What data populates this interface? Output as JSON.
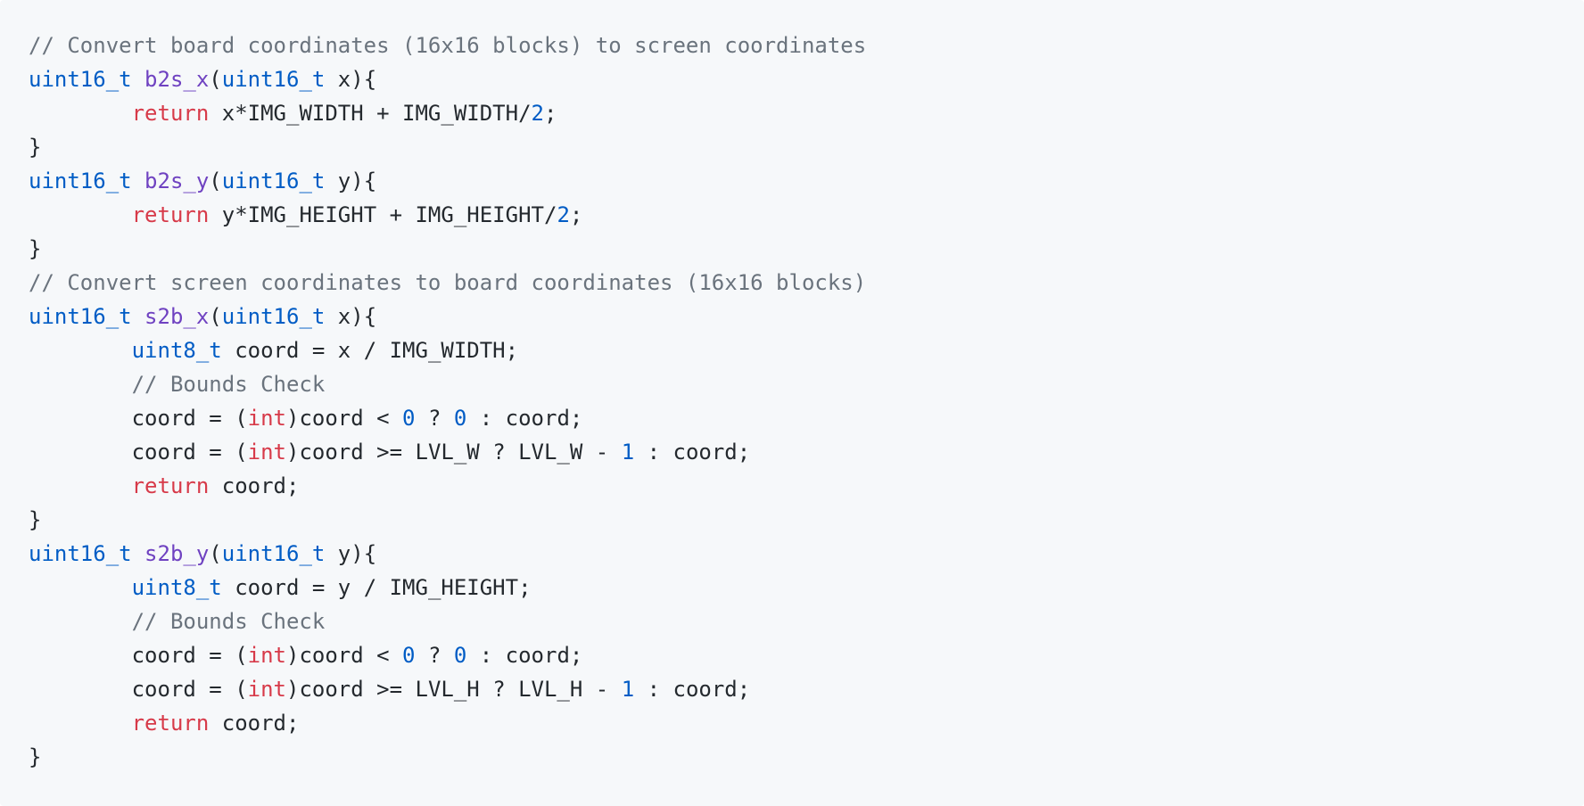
{
  "colors": {
    "background": "#f6f8fa",
    "plain": "#24292e",
    "comment": "#6a737d",
    "type": "#005cc5",
    "function": "#6f42c1",
    "keyword": "#d73a49",
    "number": "#005cc5"
  },
  "code": {
    "lines": [
      [
        {
          "k": "comment",
          "t": "// Convert board coordinates (16x16 blocks) to screen coordinates"
        }
      ],
      [
        {
          "k": "type",
          "t": "uint16_t"
        },
        {
          "k": "plain",
          "t": " "
        },
        {
          "k": "func",
          "t": "b2s_x"
        },
        {
          "k": "plain",
          "t": "("
        },
        {
          "k": "type",
          "t": "uint16_t"
        },
        {
          "k": "plain",
          "t": " x){"
        }
      ],
      [
        {
          "k": "plain",
          "t": "        "
        },
        {
          "k": "keyword",
          "t": "return"
        },
        {
          "k": "plain",
          "t": " x*IMG_WIDTH + IMG_WIDTH/"
        },
        {
          "k": "number",
          "t": "2"
        },
        {
          "k": "plain",
          "t": ";"
        }
      ],
      [
        {
          "k": "plain",
          "t": "}"
        }
      ],
      [
        {
          "k": "type",
          "t": "uint16_t"
        },
        {
          "k": "plain",
          "t": " "
        },
        {
          "k": "func",
          "t": "b2s_y"
        },
        {
          "k": "plain",
          "t": "("
        },
        {
          "k": "type",
          "t": "uint16_t"
        },
        {
          "k": "plain",
          "t": " y){"
        }
      ],
      [
        {
          "k": "plain",
          "t": "        "
        },
        {
          "k": "keyword",
          "t": "return"
        },
        {
          "k": "plain",
          "t": " y*IMG_HEIGHT + IMG_HEIGHT/"
        },
        {
          "k": "number",
          "t": "2"
        },
        {
          "k": "plain",
          "t": ";"
        }
      ],
      [
        {
          "k": "plain",
          "t": "}"
        }
      ],
      [
        {
          "k": "comment",
          "t": "// Convert screen coordinates to board coordinates (16x16 blocks)"
        }
      ],
      [
        {
          "k": "type",
          "t": "uint16_t"
        },
        {
          "k": "plain",
          "t": " "
        },
        {
          "k": "func",
          "t": "s2b_x"
        },
        {
          "k": "plain",
          "t": "("
        },
        {
          "k": "type",
          "t": "uint16_t"
        },
        {
          "k": "plain",
          "t": " x){"
        }
      ],
      [
        {
          "k": "plain",
          "t": "        "
        },
        {
          "k": "type",
          "t": "uint8_t"
        },
        {
          "k": "plain",
          "t": " coord = x / IMG_WIDTH;"
        }
      ],
      [
        {
          "k": "plain",
          "t": "        "
        },
        {
          "k": "comment",
          "t": "// Bounds Check"
        }
      ],
      [
        {
          "k": "plain",
          "t": "        coord = ("
        },
        {
          "k": "keyword",
          "t": "int"
        },
        {
          "k": "plain",
          "t": ")coord < "
        },
        {
          "k": "number",
          "t": "0"
        },
        {
          "k": "plain",
          "t": " ? "
        },
        {
          "k": "number",
          "t": "0"
        },
        {
          "k": "plain",
          "t": " : coord;"
        }
      ],
      [
        {
          "k": "plain",
          "t": "        coord = ("
        },
        {
          "k": "keyword",
          "t": "int"
        },
        {
          "k": "plain",
          "t": ")coord >= LVL_W ? LVL_W - "
        },
        {
          "k": "number",
          "t": "1"
        },
        {
          "k": "plain",
          "t": " : coord;"
        }
      ],
      [
        {
          "k": "plain",
          "t": "        "
        },
        {
          "k": "keyword",
          "t": "return"
        },
        {
          "k": "plain",
          "t": " coord;"
        }
      ],
      [
        {
          "k": "plain",
          "t": "}"
        }
      ],
      [
        {
          "k": "type",
          "t": "uint16_t"
        },
        {
          "k": "plain",
          "t": " "
        },
        {
          "k": "func",
          "t": "s2b_y"
        },
        {
          "k": "plain",
          "t": "("
        },
        {
          "k": "type",
          "t": "uint16_t"
        },
        {
          "k": "plain",
          "t": " y){"
        }
      ],
      [
        {
          "k": "plain",
          "t": "        "
        },
        {
          "k": "type",
          "t": "uint8_t"
        },
        {
          "k": "plain",
          "t": " coord = y / IMG_HEIGHT;"
        }
      ],
      [
        {
          "k": "plain",
          "t": "        "
        },
        {
          "k": "comment",
          "t": "// Bounds Check"
        }
      ],
      [
        {
          "k": "plain",
          "t": "        coord = ("
        },
        {
          "k": "keyword",
          "t": "int"
        },
        {
          "k": "plain",
          "t": ")coord < "
        },
        {
          "k": "number",
          "t": "0"
        },
        {
          "k": "plain",
          "t": " ? "
        },
        {
          "k": "number",
          "t": "0"
        },
        {
          "k": "plain",
          "t": " : coord;"
        }
      ],
      [
        {
          "k": "plain",
          "t": "        coord = ("
        },
        {
          "k": "keyword",
          "t": "int"
        },
        {
          "k": "plain",
          "t": ")coord >= LVL_H ? LVL_H - "
        },
        {
          "k": "number",
          "t": "1"
        },
        {
          "k": "plain",
          "t": " : coord;"
        }
      ],
      [
        {
          "k": "plain",
          "t": "        "
        },
        {
          "k": "keyword",
          "t": "return"
        },
        {
          "k": "plain",
          "t": " coord;"
        }
      ],
      [
        {
          "k": "plain",
          "t": "}"
        }
      ]
    ]
  }
}
